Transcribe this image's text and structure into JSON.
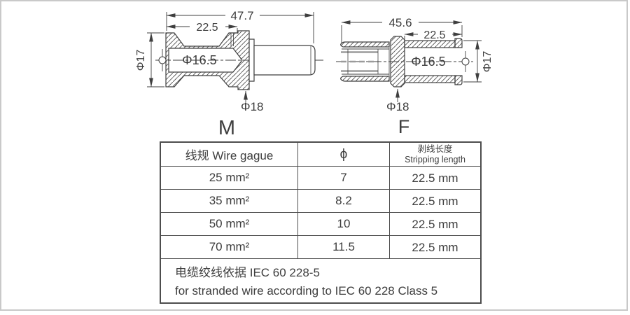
{
  "page": {
    "background": "#ffffff",
    "frame_color": "#c9c9c9",
    "line_color": "#3f3f3f",
    "text_color": "#3d3d3d"
  },
  "drawing": {
    "male": {
      "label": "M",
      "overall_length": "47.7",
      "stripping_length": "22.5",
      "body_diameter": "Φ17",
      "bore_diameter": "Φ16.5",
      "flange_diameter": "Φ18"
    },
    "female": {
      "label": "F",
      "overall_length": "45.6",
      "stripping_length": "22.5",
      "body_diameter": "Φ17",
      "bore_diameter": "Φ16.5",
      "flange_diameter": "Φ18"
    }
  },
  "table": {
    "headers": {
      "wire_gauge": "线规 Wire gague",
      "diameter": "ϕ",
      "stripping_cn": "剥线长度",
      "stripping_en": "Stripping length"
    },
    "rows": [
      {
        "gauge": "25 mm²",
        "dia": "7",
        "strip": "22.5 mm"
      },
      {
        "gauge": "35 mm²",
        "dia": "8.2",
        "strip": "22.5 mm"
      },
      {
        "gauge": "50 mm²",
        "dia": "10",
        "strip": "22.5 mm"
      },
      {
        "gauge": "70 mm²",
        "dia": "11.5",
        "strip": "22.5 mm"
      }
    ],
    "note_cn": "电缆绞线依据 IEC 60 228-5",
    "note_en": "for stranded wire according to IEC 60 228 Class 5"
  }
}
